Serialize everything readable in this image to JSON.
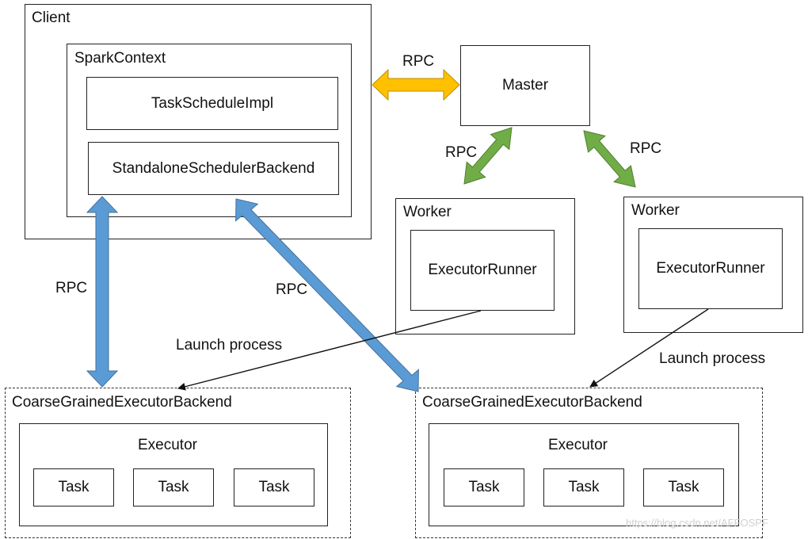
{
  "client": {
    "title": "Client",
    "spark_context": {
      "title": "SparkContext",
      "task_schedule_impl": "TaskScheduleImpl",
      "scheduler_backend": "StandaloneSchedulerBackend"
    }
  },
  "master": {
    "label": "Master"
  },
  "workers": [
    {
      "title": "Worker",
      "runner": "ExecutorRunner"
    },
    {
      "title": "Worker",
      "runner": "ExecutorRunner"
    }
  ],
  "backends": [
    {
      "title": "CoarseGrainedExecutorBackend",
      "executor": "Executor",
      "tasks": [
        "Task",
        "Task",
        "Task"
      ]
    },
    {
      "title": "CoarseGrainedExecutorBackend",
      "executor": "Executor",
      "tasks": [
        "Task",
        "Task",
        "Task"
      ]
    }
  ],
  "connections": {
    "client_master": "RPC",
    "master_worker1": "RPC",
    "master_worker2": "RPC",
    "client_backend1": "RPC",
    "client_backend2": "RPC",
    "launch1": "Launch process",
    "launch2": "Launch process"
  },
  "colors": {
    "rpc_client_master": "#FFC000",
    "rpc_master_workers": "#70AD47",
    "rpc_backends": "#5B9BD5",
    "arrow_outline_blue": "#41719C",
    "arrow_outline_green": "#507E32",
    "arrow_outline_yellow": "#BC8C00"
  },
  "watermark": "https://blog.csdn.net/AFFOSPF"
}
